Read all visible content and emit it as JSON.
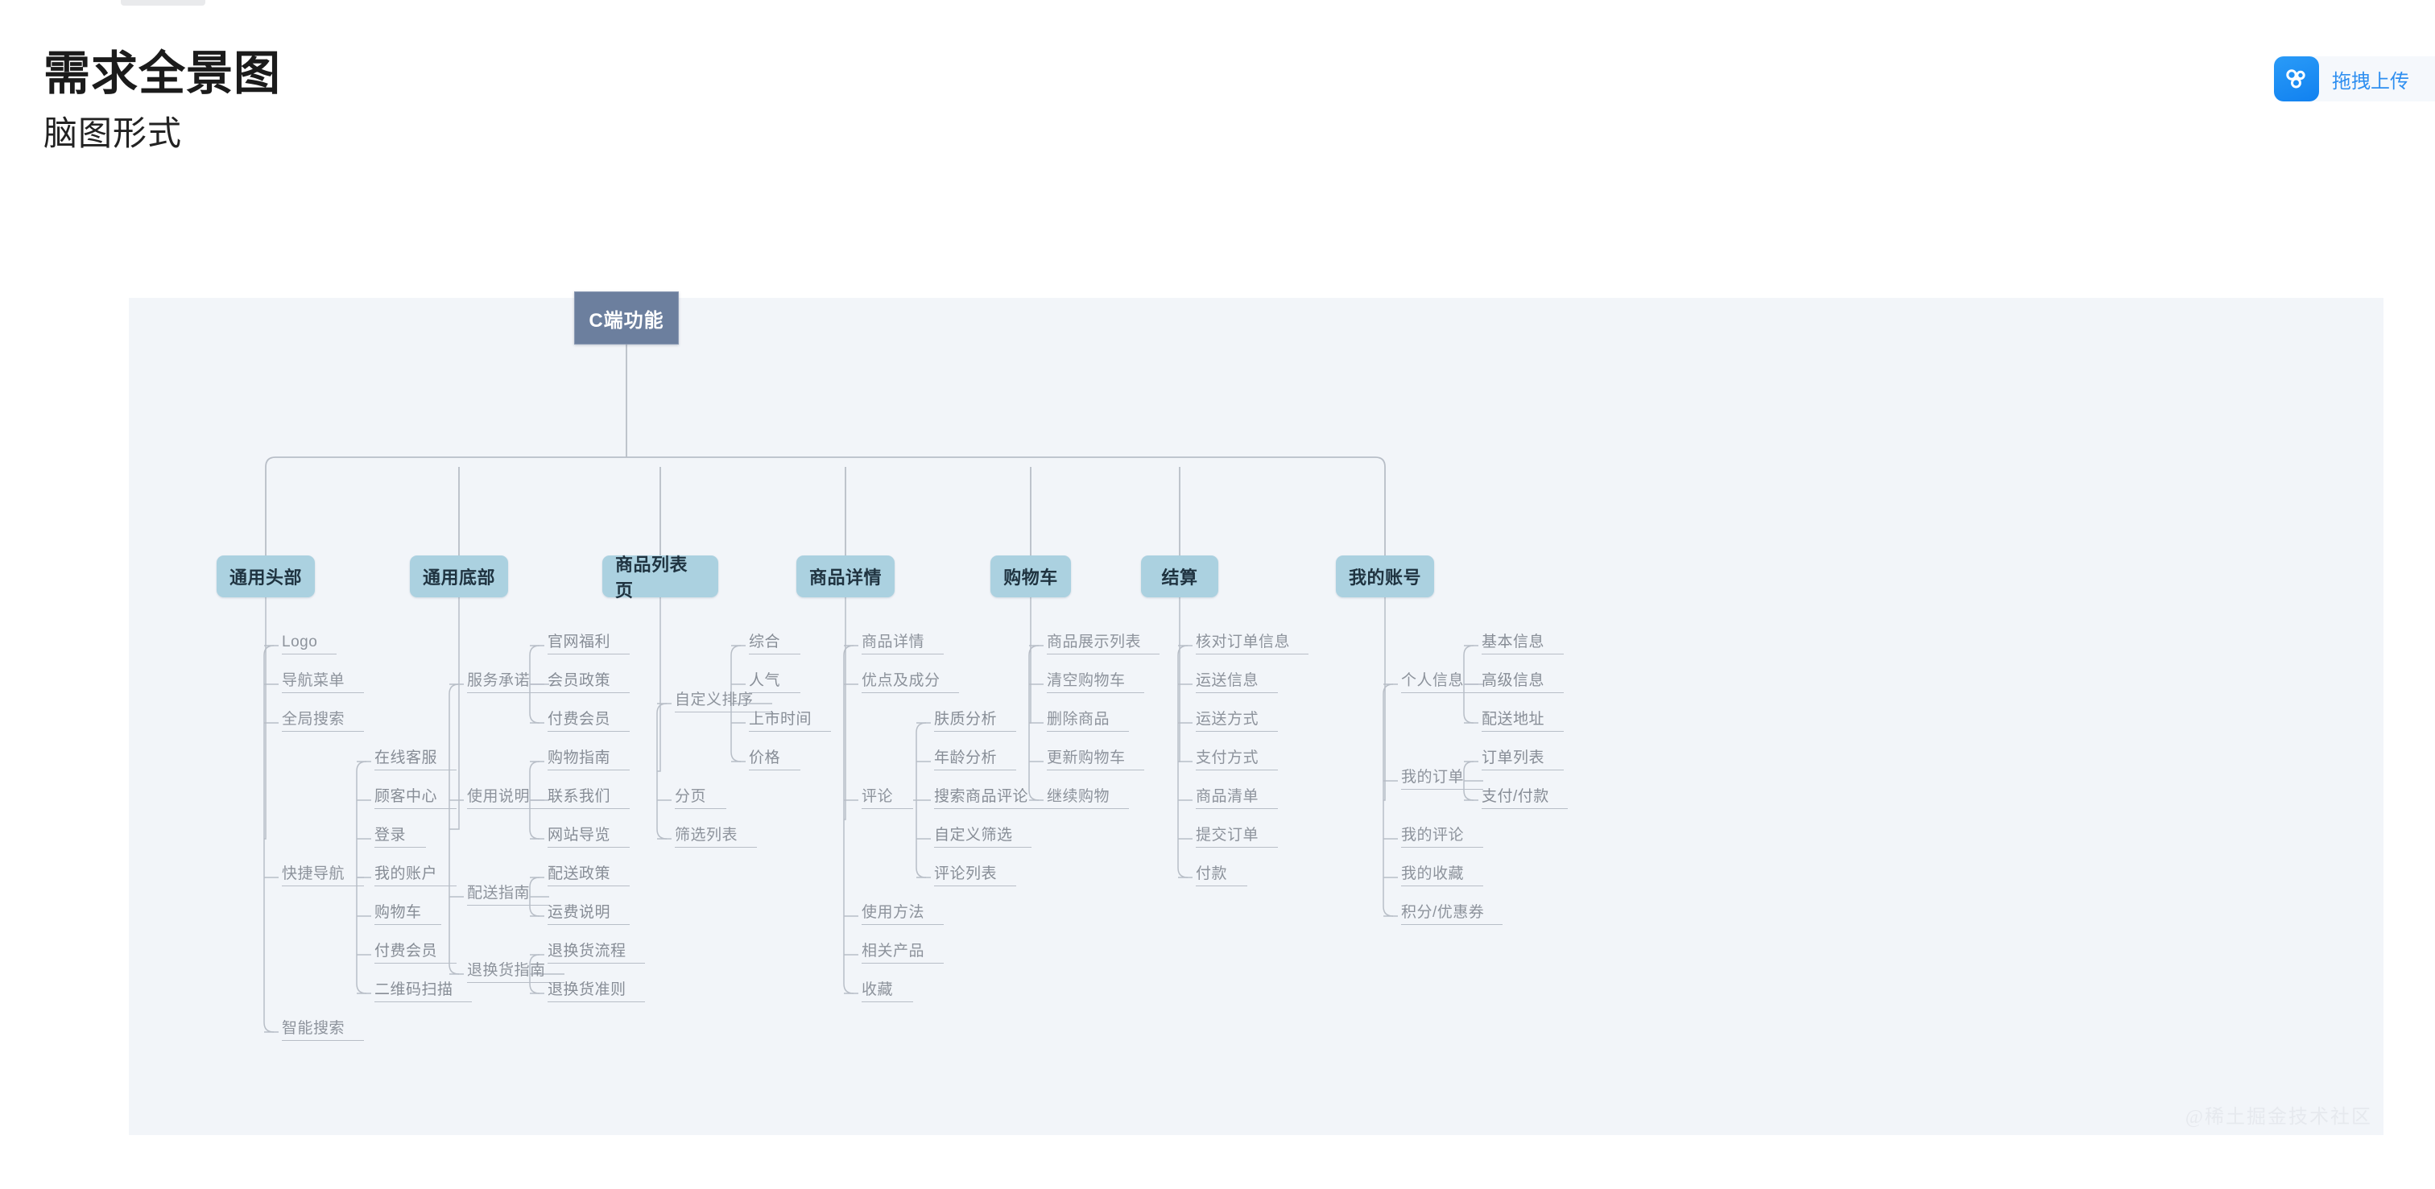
{
  "header": {
    "title": "需求全景图",
    "subtitle": "脑图形式"
  },
  "netdisk": {
    "icon": "baidu-netdisk-icon",
    "label": "拖拽上传"
  },
  "watermark": "@稀土掘金技术社区",
  "colors": {
    "canvas_bg": "#f2f5f9",
    "root_fill": "#6c7f9e",
    "root_text": "#ffffff",
    "level1_fill": "#abd1e0",
    "level1_text": "#1f3340",
    "leaf_text": "#8d939c",
    "connector": "#b8bec7",
    "netdisk_blue": "#1181f0"
  },
  "mindmap": {
    "root": "C端功能",
    "branches": [
      {
        "label": "通用头部",
        "children": [
          {
            "label": "Logo",
            "children": []
          },
          {
            "label": "导航菜单",
            "children": []
          },
          {
            "label": "全局搜索",
            "children": []
          },
          {
            "label": "快捷导航",
            "children": [
              {
                "label": "在线客服"
              },
              {
                "label": "顾客中心"
              },
              {
                "label": "登录"
              },
              {
                "label": "我的账户"
              },
              {
                "label": "购物车"
              },
              {
                "label": "付费会员"
              },
              {
                "label": "二维码扫描"
              }
            ]
          },
          {
            "label": "智能搜索",
            "children": []
          }
        ]
      },
      {
        "label": "通用底部",
        "children": [
          {
            "label": "服务承诺",
            "children": [
              {
                "label": "官网福利"
              },
              {
                "label": "会员政策"
              },
              {
                "label": "付费会员"
              }
            ]
          },
          {
            "label": "使用说明",
            "children": [
              {
                "label": "购物指南"
              },
              {
                "label": "联系我们"
              },
              {
                "label": "网站导览"
              }
            ]
          },
          {
            "label": "配送指南",
            "children": [
              {
                "label": "配送政策"
              },
              {
                "label": "运费说明"
              }
            ]
          },
          {
            "label": "退换货指南",
            "children": [
              {
                "label": "退换货流程"
              },
              {
                "label": "退换货准则"
              }
            ]
          }
        ]
      },
      {
        "label": "商品列表页",
        "children": [
          {
            "label": "自定义排序",
            "children": [
              {
                "label": "综合"
              },
              {
                "label": "人气"
              },
              {
                "label": "上市时间"
              },
              {
                "label": "价格"
              }
            ]
          },
          {
            "label": "分页",
            "children": []
          },
          {
            "label": "筛选列表",
            "children": []
          }
        ]
      },
      {
        "label": "商品详情",
        "children": [
          {
            "label": "商品详情",
            "children": []
          },
          {
            "label": "优点及成分",
            "children": []
          },
          {
            "label": "评论",
            "children": [
              {
                "label": "肤质分析"
              },
              {
                "label": "年龄分析"
              },
              {
                "label": "搜索商品评论"
              },
              {
                "label": "自定义筛选"
              },
              {
                "label": "评论列表"
              }
            ]
          },
          {
            "label": "使用方法",
            "children": []
          },
          {
            "label": "相关产品",
            "children": []
          },
          {
            "label": "收藏",
            "children": []
          }
        ]
      },
      {
        "label": "购物车",
        "children": [
          {
            "label": "商品展示列表",
            "children": []
          },
          {
            "label": "清空购物车",
            "children": []
          },
          {
            "label": "删除商品",
            "children": []
          },
          {
            "label": "更新购物车",
            "children": []
          },
          {
            "label": "继续购物",
            "children": []
          }
        ]
      },
      {
        "label": "结算",
        "children": [
          {
            "label": "核对订单信息",
            "children": []
          },
          {
            "label": "运送信息",
            "children": []
          },
          {
            "label": "运送方式",
            "children": []
          },
          {
            "label": "支付方式",
            "children": []
          },
          {
            "label": "商品清单",
            "children": []
          },
          {
            "label": "提交订单",
            "children": []
          },
          {
            "label": "付款",
            "children": []
          }
        ]
      },
      {
        "label": "我的账号",
        "children": [
          {
            "label": "个人信息",
            "children": [
              {
                "label": "基本信息"
              },
              {
                "label": "高级信息"
              },
              {
                "label": "配送地址"
              }
            ]
          },
          {
            "label": "我的订单",
            "children": [
              {
                "label": "订单列表"
              },
              {
                "label": "支付/付款"
              }
            ]
          },
          {
            "label": "我的评论",
            "children": []
          },
          {
            "label": "我的收藏",
            "children": []
          },
          {
            "label": "积分/优惠券",
            "children": []
          }
        ]
      }
    ]
  }
}
